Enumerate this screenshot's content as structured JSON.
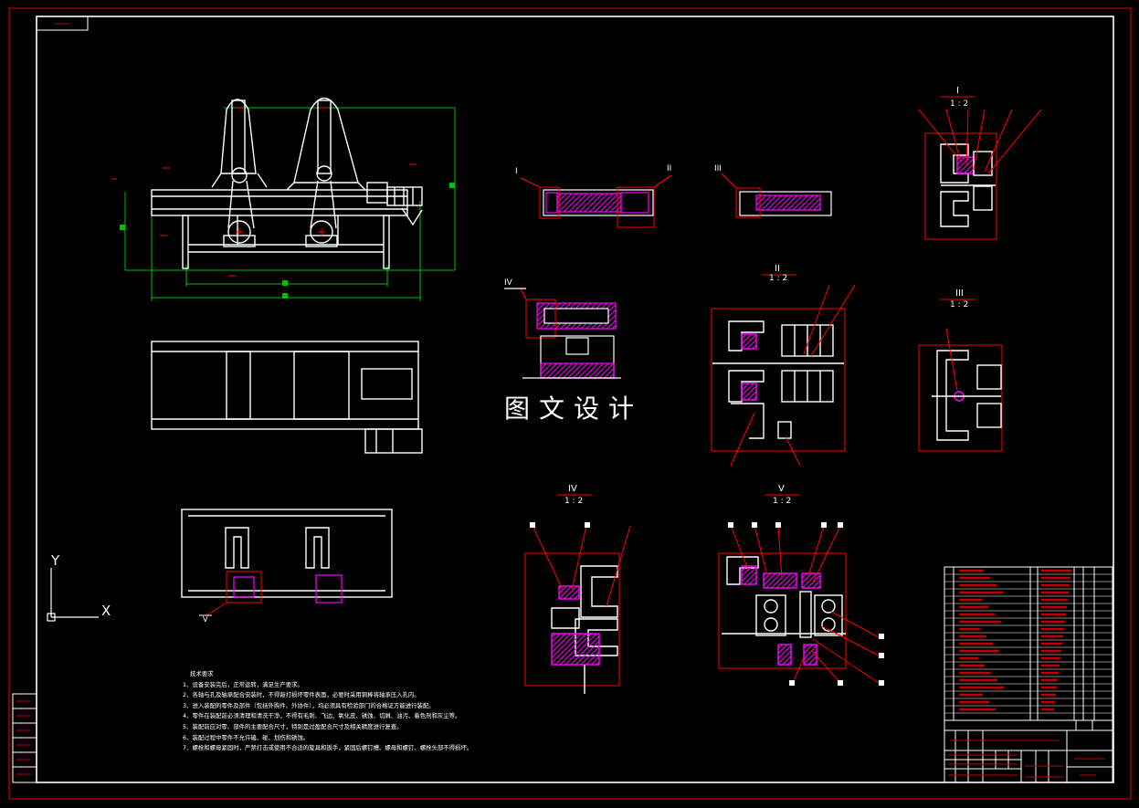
{
  "drawing": {
    "watermark": "图文设计",
    "axis": {
      "y": "Y",
      "x": "X"
    },
    "notes": {
      "title": "技术要求",
      "lines": [
        "1、设备安装完后，正常运转，满足生产要求。",
        "2、各轴与孔及轴承配合安装时，不得敲打损坏零件表面，必要时采用铜棒将轴承压入孔内。",
        "3、进入装配的零件及部件（包括外购件、外协件），均必须具有检验部门的合格证方能进行装配。",
        "4、零件在装配前必须清理和清洗干净，不得有毛刺、飞边、氧化皮、锈蚀、切屑、油污、着色剂和灰尘等。",
        "5、装配前应对零、部件的主要配合尺寸，特别是过盈配合尺寸及相关精度进行复查。",
        "6、装配过程中零件不允许磕、碰、划伤和锈蚀。",
        "7、螺栓和螺母紧固时，严禁打击或使用不合适的旋具和扳手，紧固后螺钉槽、螺母和螺钉、螺栓头部不得损坏。"
      ]
    },
    "detail_labels": {
      "I": {
        "roman": "I",
        "scale": "1 : 2"
      },
      "II": {
        "roman": "II",
        "scale": "1 : 2"
      },
      "III": {
        "roman": "III",
        "scale": "1 : 2"
      },
      "IV": {
        "roman": "IV",
        "scale": "1 : 2"
      },
      "V": {
        "roman": "V",
        "scale": "1 : 2"
      }
    },
    "callouts": {
      "I": "I",
      "II": "II",
      "III": "III",
      "IV": "IV",
      "V": "V"
    },
    "colors": {
      "border": "#c00000",
      "line": "#ffffff",
      "dimension": "#00ff00",
      "hatch": "#ff00ff",
      "leader": "#ff0000"
    }
  }
}
